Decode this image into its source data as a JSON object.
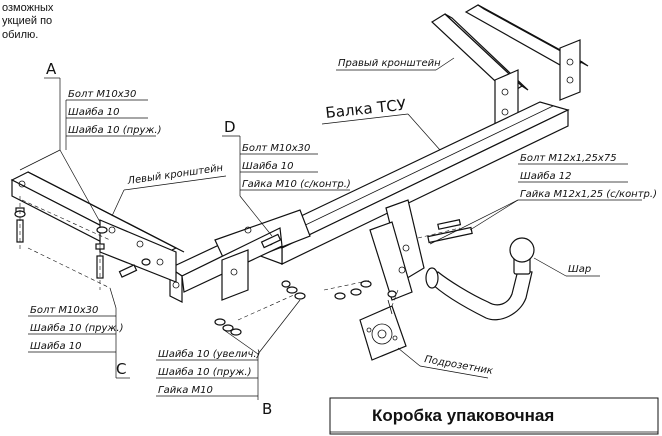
{
  "intro_fragment": [
    "озможных",
    "укцией по",
    "обилю."
  ],
  "markers": {
    "a": "A",
    "b": "B",
    "c": "C",
    "d": "D"
  },
  "group_a": [
    "Болт М10х30",
    "Шайба 10",
    "Шайба 10 (пруж.)"
  ],
  "group_c": [
    "Болт М10х30",
    "Шайба 10 (пруж.)",
    "Шайба 10"
  ],
  "group_d": [
    "Болт М10х30",
    "Шайба 10",
    "Гайка М10 (с/контр.)"
  ],
  "group_b": [
    "Шайба 10 (увелич.)",
    "Шайба 10 (пруж.)",
    "Гайка М10"
  ],
  "group_right": [
    "Болт М12х1,25х75",
    "Шайба 12",
    "Гайка М12х1,25 (с/контр.)"
  ],
  "parts": {
    "right_bracket": "Правый кронштейн",
    "left_bracket": "Левый кронштейн",
    "beam": "Балка ТСУ",
    "ball": "Шар",
    "socket_plate": "Подрозетник"
  },
  "box_title": "Коробка упаковочная"
}
